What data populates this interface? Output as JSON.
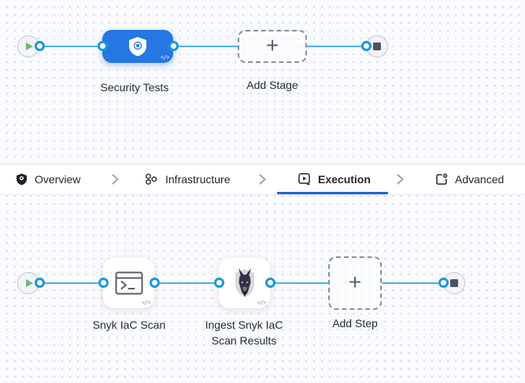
{
  "colors": {
    "canvas_bg": "#f8fafd",
    "grid_dot": "#d4d7e1",
    "connector_line": "#4cb3e8",
    "connector_ring": "#1d96dc",
    "stage_blue": "#2577e4",
    "active_tab_underline": "#2064d4",
    "play_green": "#6abb66",
    "end_square": "#4d5262"
  },
  "stage_graph": {
    "stage": {
      "label": "Security Tests",
      "icon": "security-shield",
      "code_badge": "</>"
    },
    "add_stage": {
      "label": "Add Stage",
      "plus": "+"
    }
  },
  "tab_bar": {
    "tabs": [
      {
        "label": "Overview",
        "icon": "shield",
        "active": false
      },
      {
        "label": "Infrastructure",
        "icon": "hexagon-cluster",
        "active": false
      },
      {
        "label": "Execution",
        "icon": "play-square",
        "active": true
      },
      {
        "label": "Advanced",
        "icon": "box-gear",
        "active": false
      }
    ]
  },
  "step_graph": {
    "steps": [
      {
        "label": "Snyk IaC Scan",
        "icon": "terminal",
        "code_badge": "</>"
      },
      {
        "label": "Ingest Snyk IaC Scan Results",
        "icon": "snyk-dog",
        "code_badge": "</>"
      }
    ],
    "add_step": {
      "label": "Add Step",
      "plus": "+"
    }
  }
}
